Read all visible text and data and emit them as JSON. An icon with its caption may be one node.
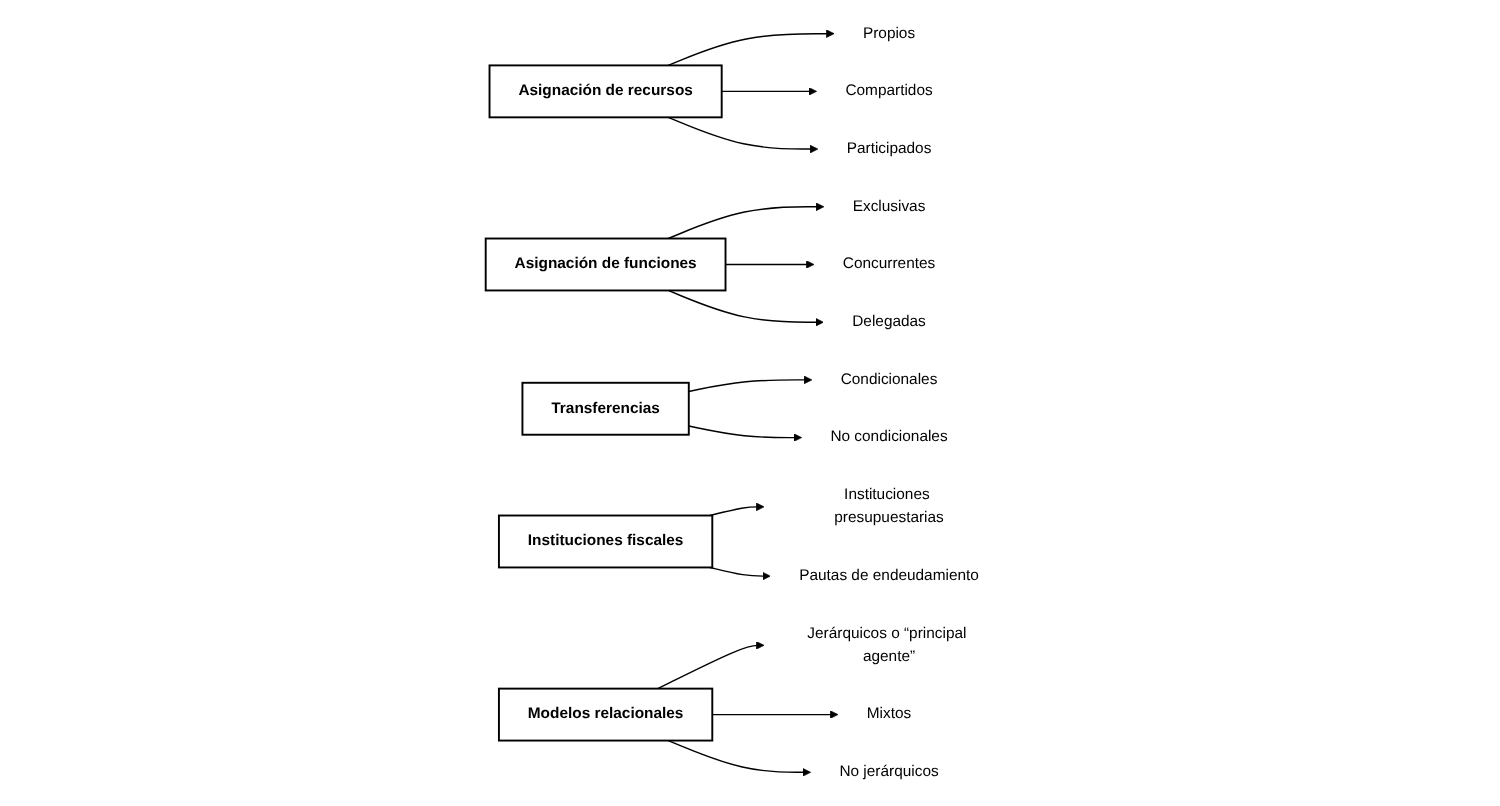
{
  "diagram": {
    "nodes": [
      {
        "text": [
          "Asignación de recursos"
        ]
      },
      {
        "text": [
          "Propios"
        ]
      },
      {
        "text": [
          "Compartidos"
        ]
      },
      {
        "text": [
          "Participados"
        ]
      },
      {
        "text": [
          "Asignación de funciones"
        ]
      },
      {
        "text": [
          "Exclusivas"
        ]
      },
      {
        "text": [
          "Concurrentes"
        ]
      },
      {
        "text": [
          "Delegadas"
        ]
      },
      {
        "text": [
          "Transferencias"
        ]
      },
      {
        "text": [
          "Condicionales"
        ]
      },
      {
        "text": [
          "No condicionales"
        ]
      },
      {
        "text": [
          "Instituciones fiscales"
        ]
      },
      {
        "text": [
          "Instituciones presupuestarias"
        ]
      },
      {
        "text": [
          "Pautas de endeudamiento"
        ]
      },
      {
        "text": [
          "Modelos relacionales"
        ]
      },
      {
        "text": [
          "Jerárquicos o “principal agente”"
        ]
      },
      {
        "text": [
          "Mixtos"
        ]
      },
      {
        "text": [
          "No jerárquicos"
        ]
      }
    ],
    "edges": [
      {
        "from": 0,
        "to": 1,
        "arrow": "to"
      },
      {
        "from": 0,
        "to": 2,
        "arrow": "to"
      },
      {
        "from": 0,
        "to": 3,
        "arrow": "to"
      },
      {
        "from": 4,
        "to": 5,
        "arrow": "to"
      },
      {
        "from": 4,
        "to": 6,
        "arrow": "to"
      },
      {
        "from": 4,
        "to": 7,
        "arrow": "to"
      },
      {
        "from": 8,
        "to": 9,
        "arrow": "to"
      },
      {
        "from": 8,
        "to": 10,
        "arrow": "to"
      },
      {
        "from": 11,
        "to": 12,
        "arrow": "to"
      },
      {
        "from": 11,
        "to": 13,
        "arrow": "to"
      },
      {
        "from": 14,
        "to": 15,
        "arrow": "to"
      },
      {
        "from": 14,
        "to": 16,
        "arrow": "to"
      },
      {
        "from": 14,
        "to": 17,
        "arrow": "to"
      }
    ]
  }
}
